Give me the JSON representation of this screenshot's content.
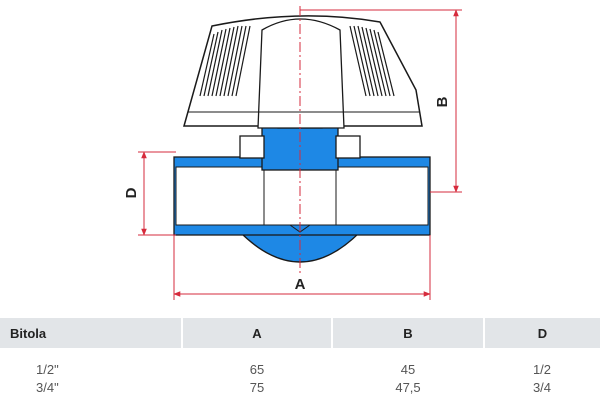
{
  "diagram": {
    "labels": {
      "A": "A",
      "B": "B",
      "D": "D"
    },
    "colors": {
      "body": "#1e88e5",
      "outline": "#1a1a1a",
      "dimension": "#d62b3c",
      "handle_fill": "#ffffff"
    }
  },
  "table": {
    "headers": [
      "Bitola",
      "A",
      "B",
      "D"
    ],
    "rows": [
      [
        "1/2\"",
        "65",
        "45",
        "1/2"
      ],
      [
        "3/4\"",
        "75",
        "47,5",
        "3/4"
      ]
    ]
  }
}
